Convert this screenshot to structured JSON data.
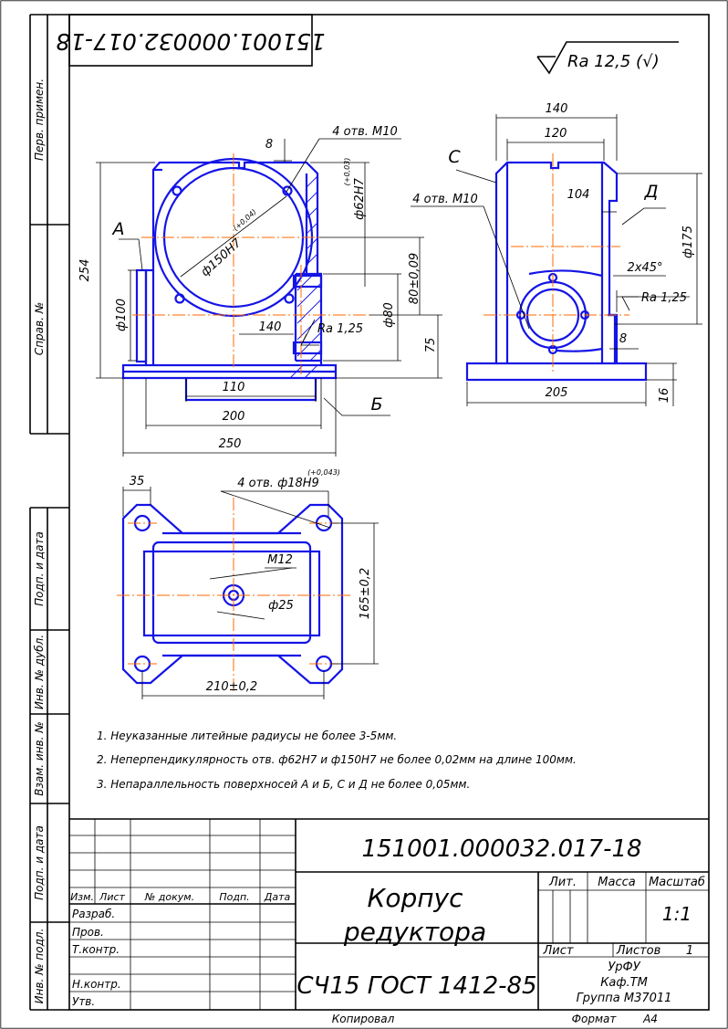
{
  "doc_code_top": "151001.000032.017-18",
  "roughness": {
    "label": "Ra 12,5 (",
    "check": "√",
    "close": ")"
  },
  "side_labels": {
    "perv_primen": "Перв. примен.",
    "sprav": "Справ. №",
    "podp_data_1": "Подп. и дата",
    "inv_dubl": "Инв. № дубл.",
    "vzam_inv": "Взам. инв. №",
    "podp_data_2": "Подп. и дата",
    "inv_podl": "Инв. № подл."
  },
  "front_view": {
    "d150": "ф150Н7",
    "d150_tol": "(+0,04)",
    "holes_m10": "4 отв. М10",
    "d62": "ф62Н7",
    "d62_tol": "(+0,03)",
    "dim_8": "8",
    "dim_254": "254",
    "dim_100": "ф100",
    "dim_80": "ф80",
    "dim_80_009": "80±0,09",
    "dim_75": "75",
    "dim_140": "140",
    "ra125": "Ra 1,25",
    "dim_110": "110",
    "dim_200": "200",
    "dim_250": "250",
    "label_a": "А",
    "label_b": "Б"
  },
  "side_view": {
    "dim_140": "140",
    "dim_120": "120",
    "dim_104": "104",
    "label_c": "С",
    "label_d": "Д",
    "holes_m10": "4 отв. М10",
    "d175": "ф175",
    "chamfer": "2х45°",
    "ra125": "Ra 1,25",
    "dim_8": "8",
    "dim_205": "205",
    "dim_16": "16"
  },
  "plan_view": {
    "dim_35": "35",
    "holes_18": "4 отв. ф18Н9",
    "holes_18_tol": "(+0,043)",
    "m12": "М12",
    "d25": "ф25",
    "dim_165": "165±0,2",
    "dim_210": "210±0,2"
  },
  "notes": [
    "1. Неуказанные литейные радиусы не более 3-5мм.",
    "2. Неперпендикулярность отв. ф62Н7 и ф150Н7 не более 0,02мм на длине 100мм.",
    "3. Непараллельность поверхносей А и Б, С и Д не более 0,05мм."
  ],
  "title_block": {
    "doc_code": "151001.000032.017-18",
    "name_line1": "Корпус",
    "name_line2": "редуктора",
    "material": "СЧ15 ГОСТ 1412-85",
    "h_izm": "Изм.",
    "h_list": "Лист",
    "h_docum": "№ докум.",
    "h_podp": "Подп.",
    "h_data": "Дата",
    "razrab": "Разраб.",
    "prov": "Пров.",
    "tkontr": "Т.контр.",
    "nkontr": "Н.контр.",
    "utv": "Утв.",
    "lit": "Лит.",
    "massa": "Масса",
    "masshtab": "Масштаб",
    "scale": "1:1",
    "list": "Лист",
    "listov": "Листов",
    "listov_n": "1",
    "org1": "УрФУ",
    "org2": "Каф.ТМ",
    "org3": "Группа М37011",
    "kopiroval": "Копировал",
    "format_label": "Формат",
    "format_val": "А4"
  }
}
